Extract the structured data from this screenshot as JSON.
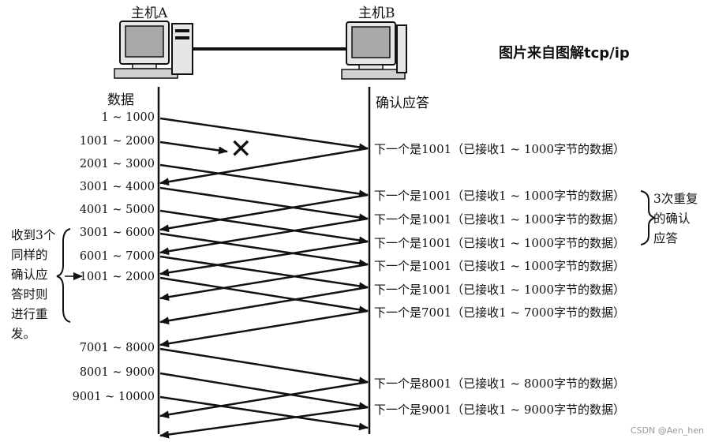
{
  "hosts": {
    "a": "主机A",
    "b": "主机B"
  },
  "source_note": "图片来自图解tcp/ip",
  "column_headers": {
    "left": "数据",
    "right": "确认应答"
  },
  "segments": [
    "1 ~ 1000",
    "1001 ~ 2000",
    "2001 ~ 3000",
    "3001 ~ 4000",
    "4001 ~ 5000",
    "3001 ~ 6000",
    "6001 ~ 7000",
    "1001 ~ 2000",
    "7001 ~ 8000",
    "8001 ~ 9000",
    "9001 ~ 10000"
  ],
  "acks": [
    "下一个是1001（已接收1 ~ 1000字节的数据）",
    "下一个是1001（已接收1 ~ 1000字节的数据）",
    "下一个是1001（已接收1 ~ 1000字节的数据）",
    "下一个是1001（已接收1 ~ 1000字节的数据）",
    "下一个是1001（已接收1 ~ 1000字节的数据）",
    "下一个是1001（已接收1 ~ 1000字节的数据）",
    "下一个是7001（已接收1 ~ 7000字节的数据）",
    "下一个是8001（已接收1 ~ 8000字节的数据）",
    "下一个是9001（已接收1 ~ 9000字节的数据）"
  ],
  "right_note": [
    "3次重复",
    "的确认",
    "应答"
  ],
  "left_note": [
    "收到3个",
    "同样的",
    "确认应",
    "答时则",
    "进行重",
    "发。"
  ],
  "lost_mark": "✕",
  "watermark": "CSDN @Aen_hen",
  "colors": {
    "ink": "#111111",
    "screen": "#a9a9a9",
    "case": "#e6e6e6"
  }
}
